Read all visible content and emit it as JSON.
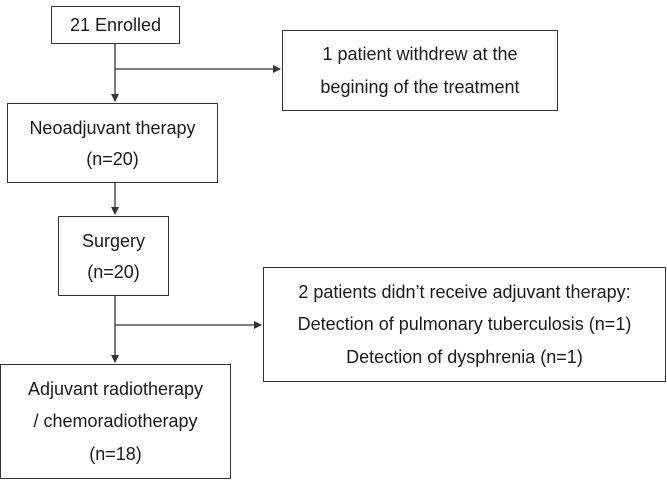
{
  "nodes": {
    "enrolled": {
      "lines": [
        "21 Enrolled"
      ]
    },
    "withdrew": {
      "lines": [
        "1 patient withdrew at the",
        "begining of the treatment"
      ]
    },
    "neoadjuvant": {
      "lines": [
        "Neoadjuvant therapy",
        "(n=20)"
      ]
    },
    "surgery": {
      "lines": [
        "Surgery",
        "(n=20)"
      ]
    },
    "no_adjuvant": {
      "lines": [
        "2 patients didn’t receive adjuvant therapy:",
        "Detection of pulmonary tuberculosis (n=1)",
        "Detection of dysphrenia (n=1)"
      ]
    },
    "adjuvant": {
      "lines": [
        "Adjuvant radiotherapy",
        "/ chemoradiotherapy",
        "(n=18)"
      ]
    }
  },
  "style": {
    "line_color": "#333333",
    "text_color": "#1a1a1a",
    "background": "#ffffff"
  }
}
